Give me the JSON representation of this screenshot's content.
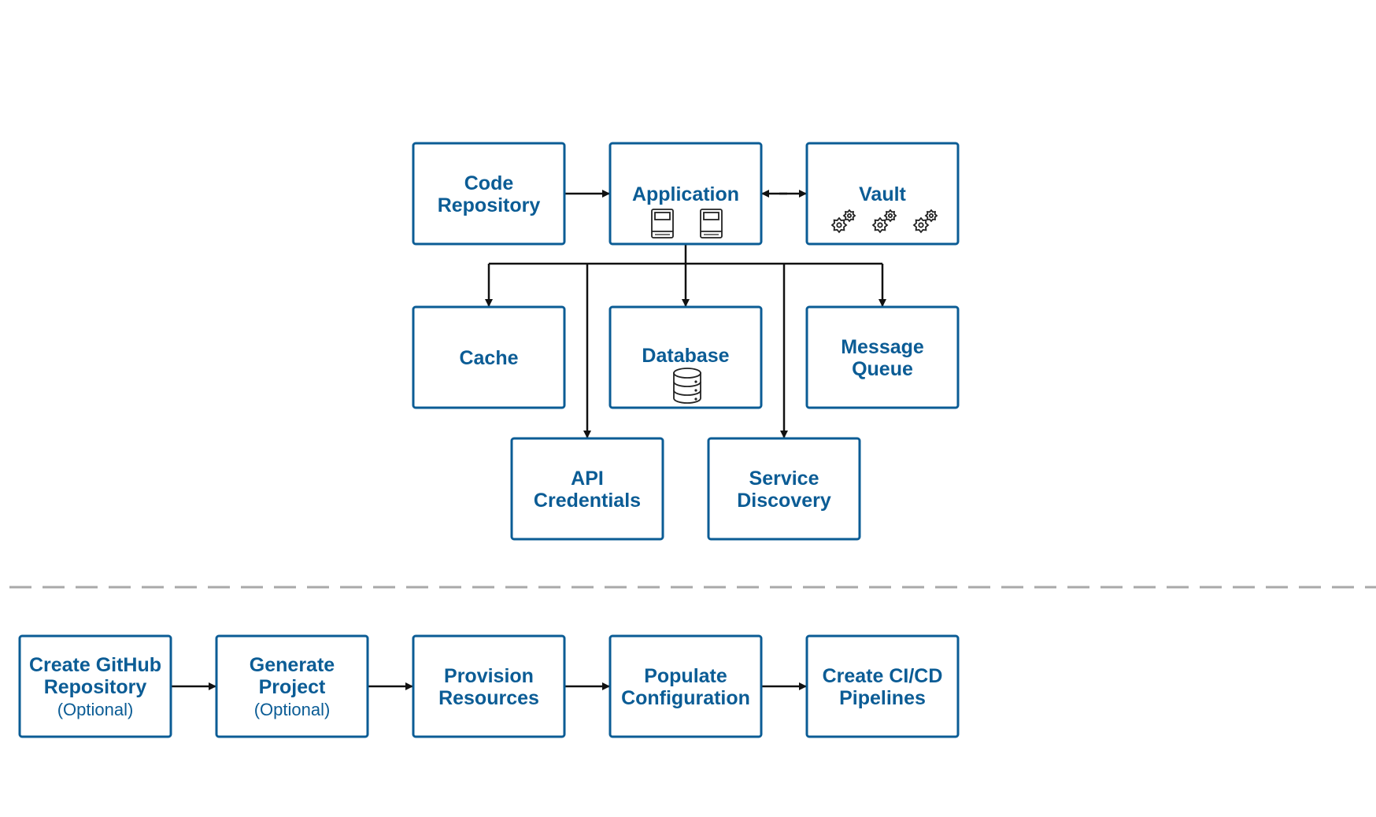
{
  "architecture": {
    "code_repository": {
      "label_lines": [
        "Code",
        "Repository"
      ]
    },
    "application": {
      "label_lines": [
        "Application"
      ],
      "icon": "document-icon"
    },
    "vault": {
      "label_lines": [
        "Vault"
      ],
      "icon": "gears-icon"
    },
    "cache": {
      "label_lines": [
        "Cache"
      ]
    },
    "database": {
      "label_lines": [
        "Database"
      ],
      "icon": "database-icon"
    },
    "message_queue": {
      "label_lines": [
        "Message",
        "Queue"
      ]
    },
    "api_credentials": {
      "label_lines": [
        "API",
        "Credentials"
      ]
    },
    "service_discovery": {
      "label_lines": [
        "Service",
        "Discovery"
      ]
    }
  },
  "workflow": {
    "steps": [
      {
        "label_lines": [
          "Create GitHub",
          "Repository"
        ],
        "note": "(Optional)"
      },
      {
        "label_lines": [
          "Generate",
          "Project"
        ],
        "note": "(Optional)"
      },
      {
        "label_lines": [
          "Provision",
          "Resources"
        ],
        "note": ""
      },
      {
        "label_lines": [
          "Populate",
          "Configuration"
        ],
        "note": ""
      },
      {
        "label_lines": [
          "Create CI/CD",
          "Pipelines"
        ],
        "note": ""
      }
    ]
  },
  "colors": {
    "box_border": "#0b5c95",
    "box_text": "#0b5c95",
    "arrow": "#111111",
    "separator": "#a9a9a9"
  }
}
